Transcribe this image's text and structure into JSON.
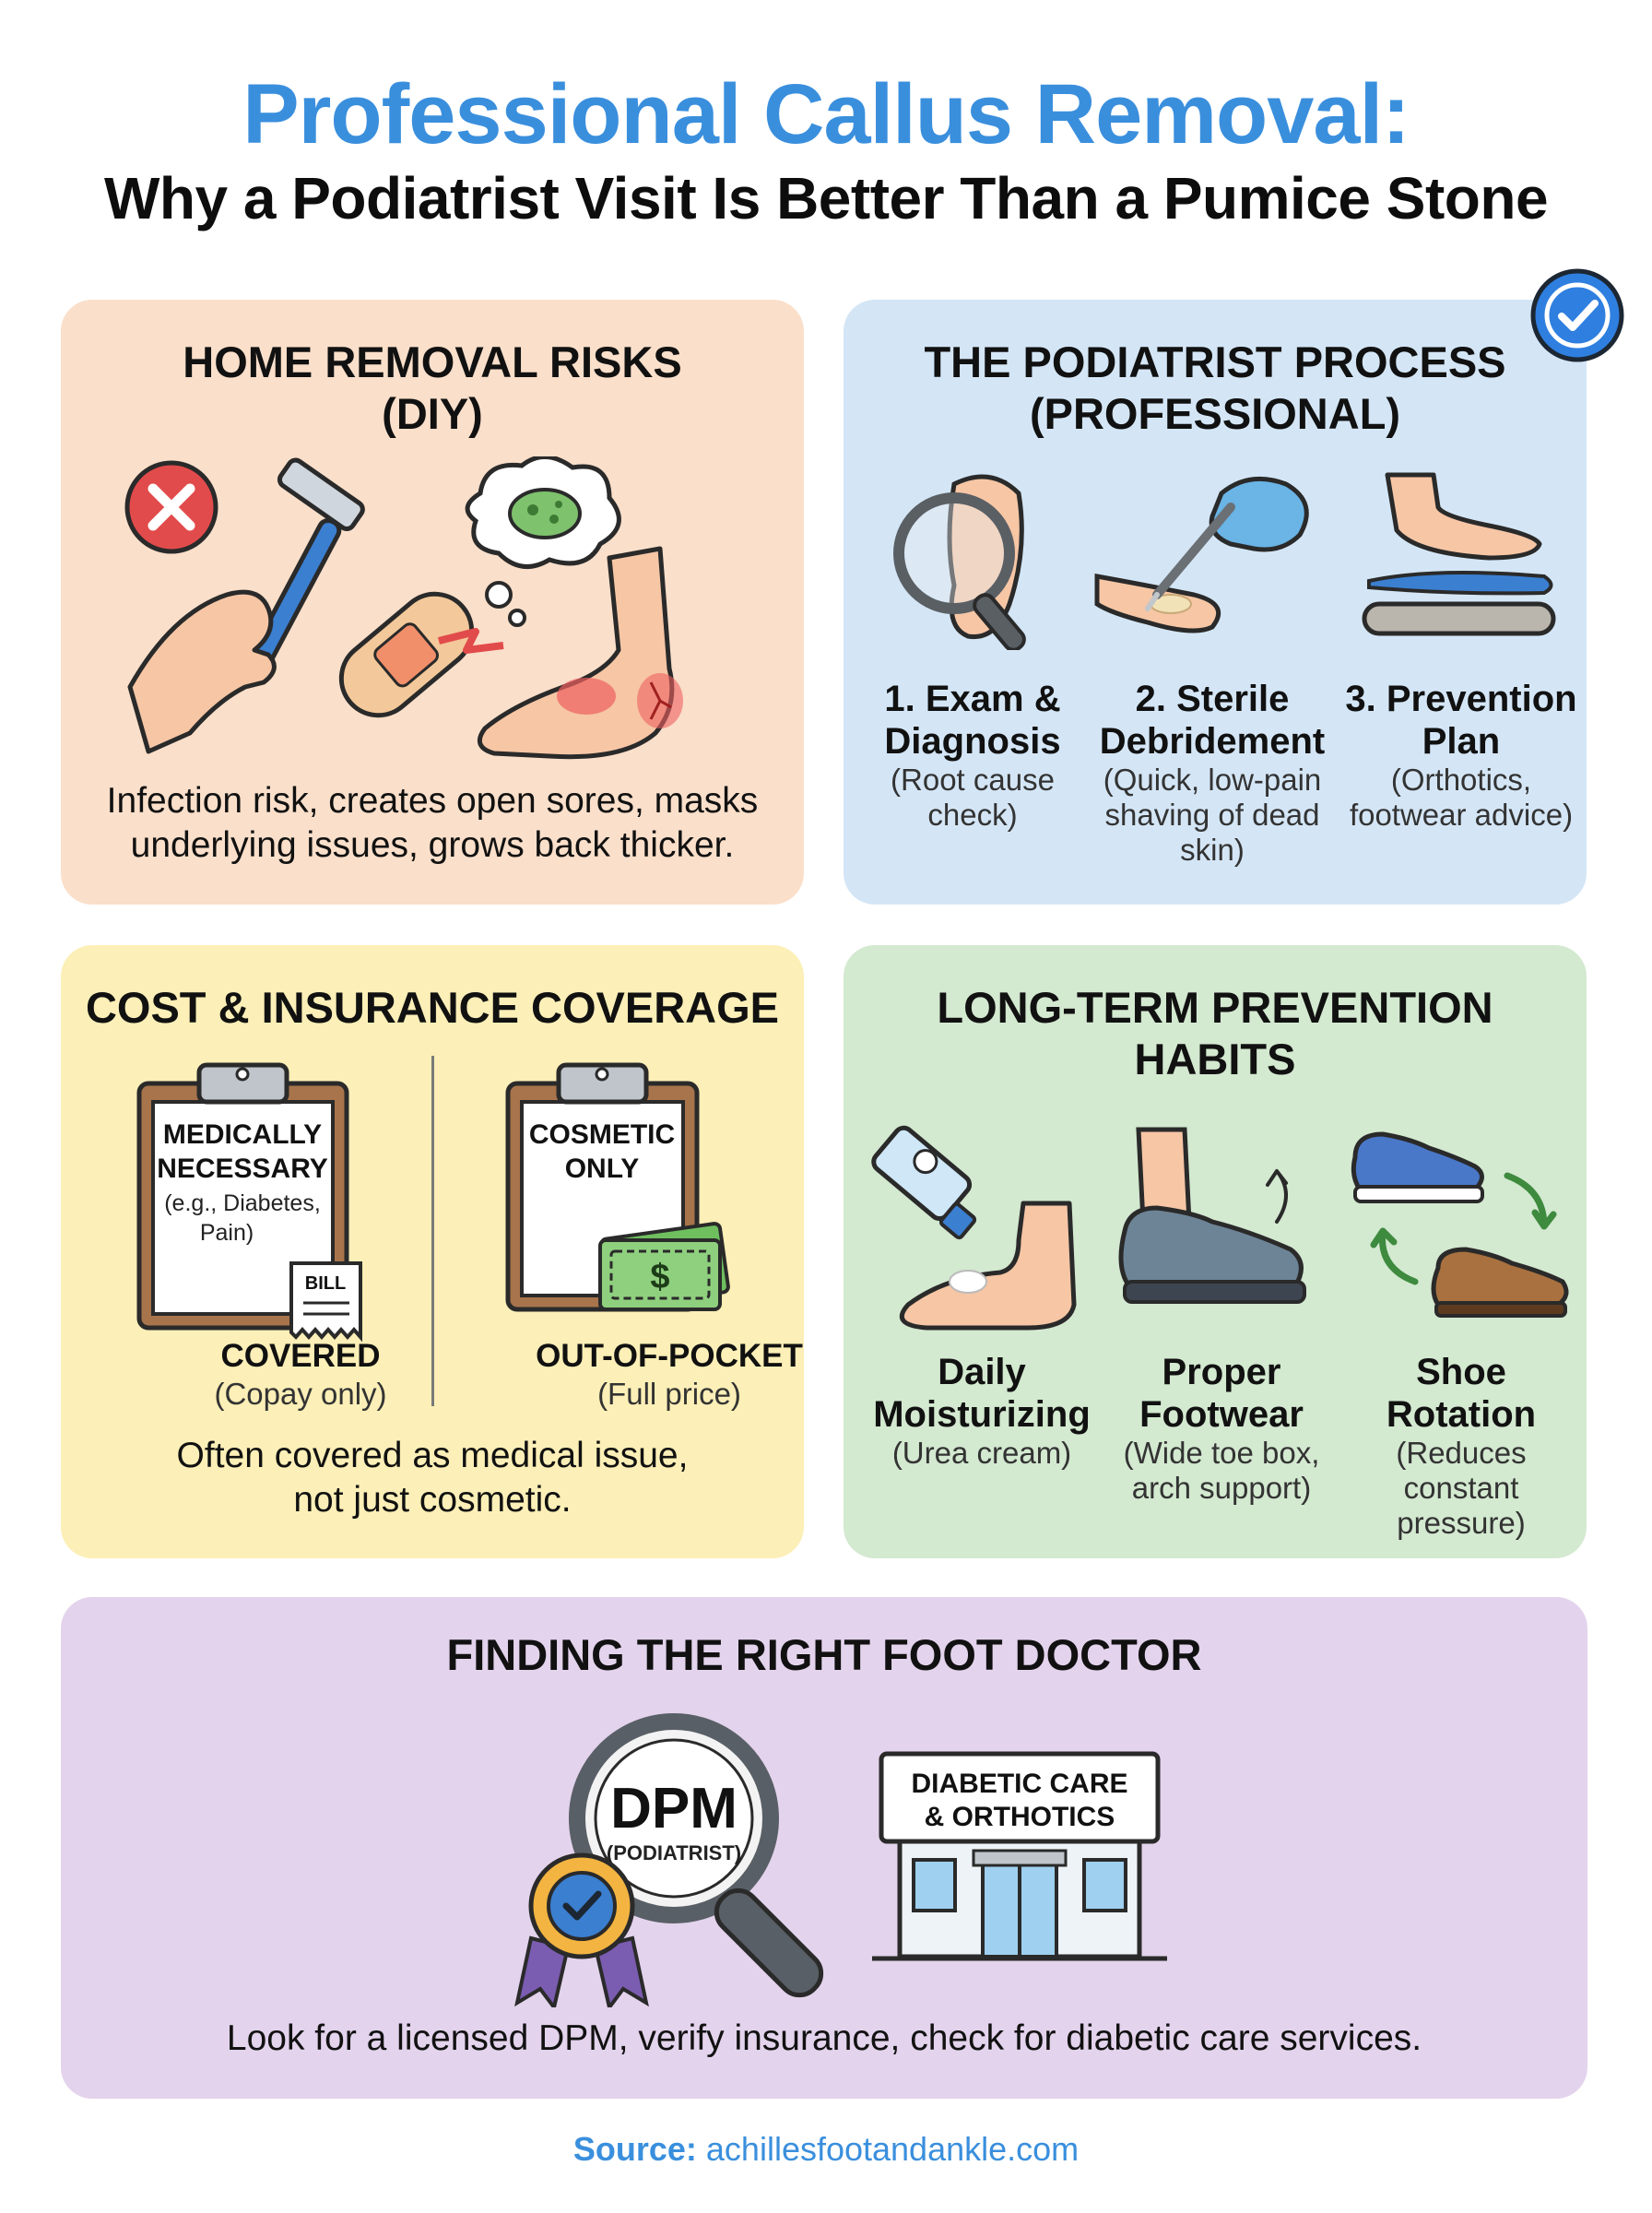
{
  "header": {
    "title": "Professional Callus Removal:",
    "subtitle": "Why a Podiatrist Visit Is Better Than a Pumice Stone"
  },
  "home_risks": {
    "heading_line1": "HOME REMOVAL RISKS",
    "heading_line2": "(DIY)",
    "desc_line1": "Infection risk, creates open sores, masks",
    "desc_line2": "underlying issues, grows back thicker."
  },
  "podiatrist_process": {
    "heading_line1": "THE PODIATRIST PROCESS",
    "heading_line2": "(PROFESSIONAL)",
    "steps": [
      {
        "title_line1": "1. Exam &",
        "title_line2": "Diagnosis",
        "sub_line1": "(Root cause",
        "sub_line2": "check)",
        "sub_line3": ""
      },
      {
        "title_line1": "2. Sterile",
        "title_line2": "Debridement",
        "sub_line1": "(Quick, low-pain",
        "sub_line2": "shaving of dead",
        "sub_line3": "skin)"
      },
      {
        "title_line1": "3. Prevention",
        "title_line2": "Plan",
        "sub_line1": "(Orthotics,",
        "sub_line2": "footwear advice)",
        "sub_line3": ""
      }
    ]
  },
  "cost": {
    "heading": "COST & INSURANCE COVERAGE",
    "left_board": {
      "line1": "MEDICALLY",
      "line2": "NECESSARY",
      "line3": "(e.g., Diabetes,",
      "line4": "Pain)",
      "bill": "BILL"
    },
    "right_board": {
      "line1": "COSMETIC",
      "line2": "ONLY",
      "money": "$"
    },
    "left_label": "COVERED",
    "left_sub": "(Copay only)",
    "right_label": "OUT-OF-POCKET",
    "right_sub": "(Full price)",
    "desc_line1": "Often covered as medical issue,",
    "desc_line2": "not just cosmetic."
  },
  "prevention": {
    "heading_line1": "LONG-TERM PREVENTION",
    "heading_line2": "HABITS",
    "habits": [
      {
        "title_line1": "Daily",
        "title_line2": "Moisturizing",
        "sub_line1": "(Urea cream)",
        "sub_line2": "",
        "sub_line3": ""
      },
      {
        "title_line1": "Proper",
        "title_line2": "Footwear",
        "sub_line1": "(Wide toe box,",
        "sub_line2": "arch support)",
        "sub_line3": ""
      },
      {
        "title_line1": "Shoe Rotation",
        "title_line2": "",
        "sub_line1": "(Reduces",
        "sub_line2": "constant",
        "sub_line3": "pressure)"
      }
    ]
  },
  "finding": {
    "heading": "FINDING THE RIGHT FOOT DOCTOR",
    "lens_main": "DPM",
    "lens_sub": "(PODIATRIST)",
    "building_line1": "DIABETIC CARE",
    "building_line2": "& ORTHOTICS",
    "desc": "Look for a licensed DPM, verify insurance, check for diabetic care services."
  },
  "footer": {
    "source_label": "Source:",
    "source_url": "achillesfootandankle.com"
  },
  "colors": {
    "title_blue": "#3a8fdd",
    "home_panel": "#fadfca",
    "process_panel": "#d4e6f6",
    "cost_panel": "#fcefb7",
    "prevention_panel": "#d3e9d0",
    "finding_panel": "#e3d3ec"
  }
}
